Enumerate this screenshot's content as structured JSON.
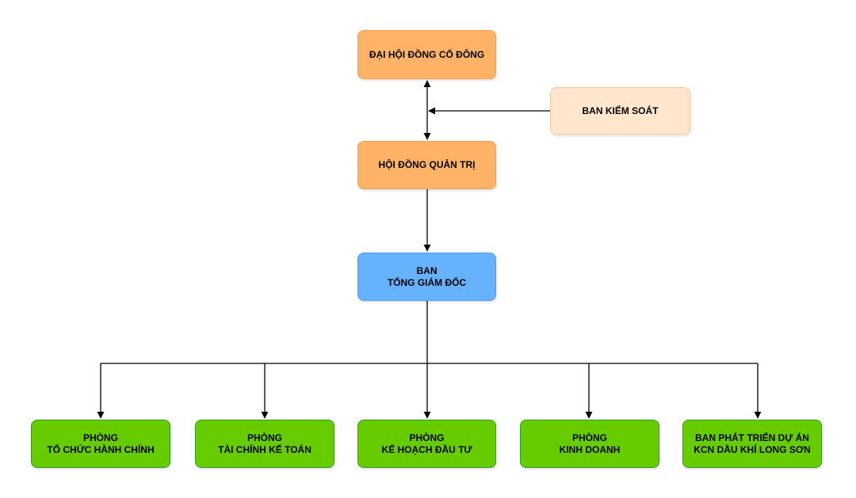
{
  "diagram": {
    "shareholders_meeting": {
      "line1": "ĐẠI HỘI ĐỒNG CỔ ĐÔNG"
    },
    "supervisory_board": {
      "line1": "BAN KIỂM SOÁT"
    },
    "board_of_directors": {
      "line1": "HỘI ĐỒNG QUẢN TRỊ"
    },
    "general_directors": {
      "line1": "BAN",
      "line2": "TỔNG GIÁM ĐỐC"
    },
    "departments": [
      {
        "line1": "PHÒNG",
        "line2": "TỔ CHỨC HÀNH CHÍNH"
      },
      {
        "line1": "PHÒNG",
        "line2": "TÀI CHÍNH KẾ TOÁN"
      },
      {
        "line1": "PHÒNG",
        "line2": "KẾ HOẠCH ĐẦU TƯ"
      },
      {
        "line1": "PHÒNG",
        "line2": "KINH DOANH"
      },
      {
        "line1": "BAN PHÁT TRIỂN DỰ ÁN",
        "line2": "KCN DẦU KHÍ LONG SƠN"
      }
    ],
    "colors": {
      "governance_fill": "#ffb366",
      "supervisory_fill": "#ffe6cc",
      "executive_fill": "#66b2ff",
      "department_fill": "#66cc00",
      "connector": "#000000"
    }
  }
}
